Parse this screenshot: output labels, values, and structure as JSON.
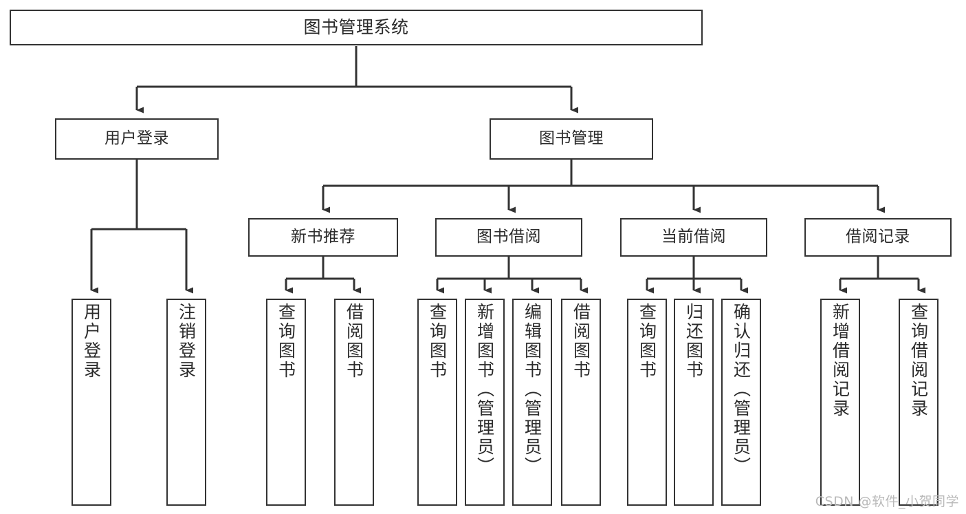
{
  "diagram": {
    "title": "图书管理系统",
    "type": "hierarchy-tree",
    "stroke_color": "#333333",
    "text_color": "#2b2b2b",
    "background_color": "#ffffff",
    "root": {
      "label": "图书管理系统"
    },
    "level2": [
      {
        "label": "用户登录"
      },
      {
        "label": "图书管理"
      }
    ],
    "level3": [
      {
        "label": "新书推荐"
      },
      {
        "label": "图书借阅"
      },
      {
        "label": "当前借阅"
      },
      {
        "label": "借阅记录"
      }
    ],
    "leaves": [
      {
        "label": "用户登录",
        "parent": "用户登录"
      },
      {
        "label": "注销登录",
        "parent": "用户登录"
      },
      {
        "label": "查询图书",
        "parent": "新书推荐"
      },
      {
        "label": "借阅图书",
        "parent": "新书推荐"
      },
      {
        "label": "查询图书",
        "parent": "图书借阅"
      },
      {
        "label": "新增图书（管理员）",
        "parent": "图书借阅"
      },
      {
        "label": "编辑图书（管理员）",
        "parent": "图书借阅"
      },
      {
        "label": "借阅图书",
        "parent": "图书借阅"
      },
      {
        "label": "查询图书",
        "parent": "当前借阅"
      },
      {
        "label": "归还图书",
        "parent": "当前借阅"
      },
      {
        "label": "确认归还（管理员）",
        "parent": "当前借阅"
      },
      {
        "label": "新增借阅记录",
        "parent": "借阅记录"
      },
      {
        "label": "查询借阅记录",
        "parent": "借阅记录"
      }
    ]
  },
  "watermark": {
    "text": "CSDN @软件_小贺同学"
  }
}
